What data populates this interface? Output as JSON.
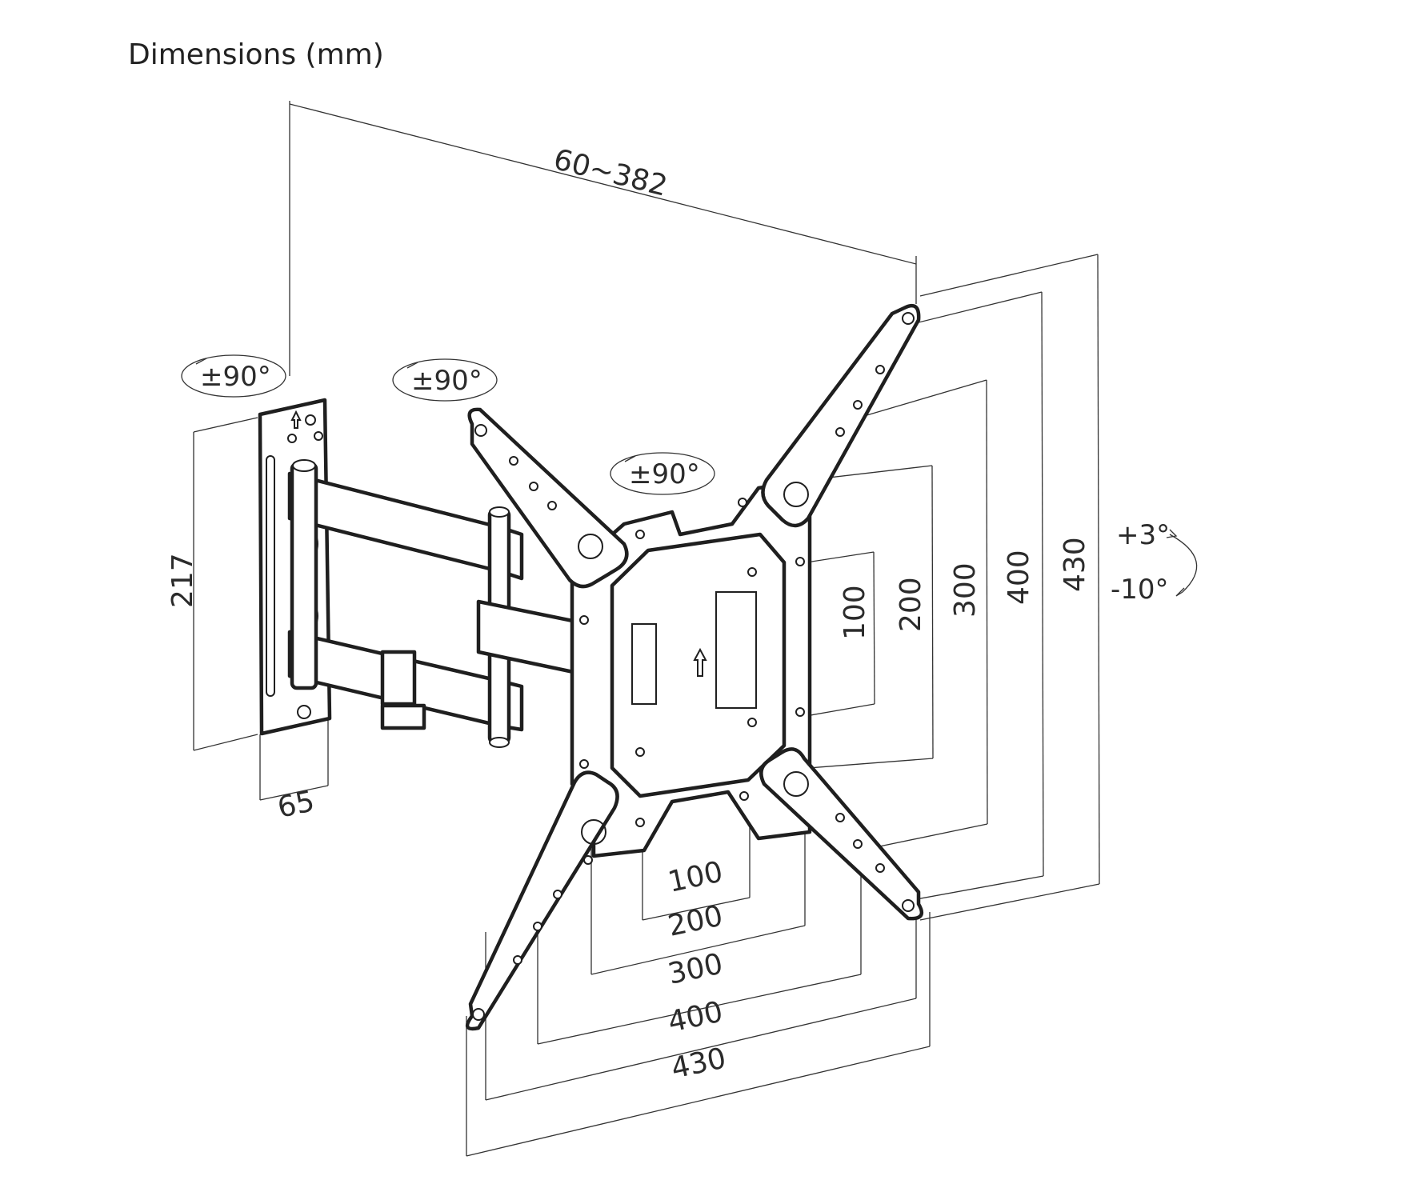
{
  "title": "Dimensions (mm)",
  "dimensions": {
    "arm_extension": "60~382",
    "wall_plate_height": "217",
    "wall_plate_depth": "65",
    "vesa_h_100": "100",
    "vesa_h_200": "200",
    "vesa_h_300": "300",
    "vesa_h_400": "400",
    "vesa_h_430": "430",
    "vesa_v_100": "100",
    "vesa_v_200": "200",
    "vesa_v_300": "300",
    "vesa_v_400": "400",
    "vesa_v_430": "430"
  },
  "rotation": {
    "wall_swivel": "±90°",
    "arm_swivel": "±90°",
    "rotation": "±90°",
    "tilt_up": "+3°",
    "tilt_down": "-10°"
  }
}
